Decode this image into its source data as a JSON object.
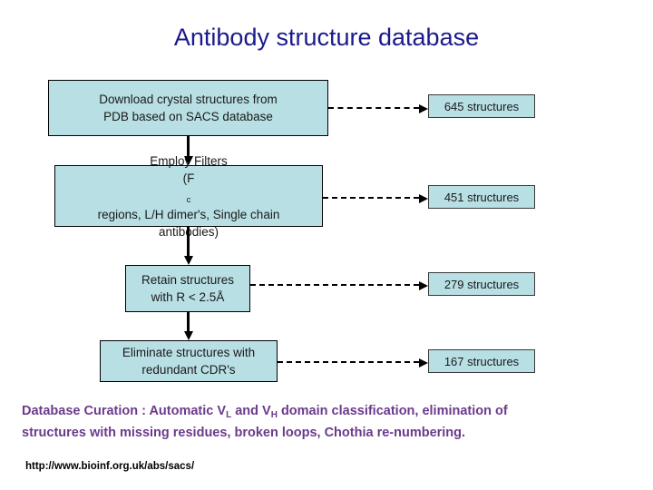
{
  "title": "Antibody structure database",
  "colors": {
    "title": "#1a1a8c",
    "box_fill": "#b8dfe4",
    "box_border": "#000000",
    "caption": "#6b3a8c",
    "background": "#ffffff",
    "url_text": "#000000"
  },
  "flow": {
    "steps": [
      {
        "id": "download",
        "line1": "Download crystal structures from",
        "line2": "PDB based on SACS database",
        "count": "645 structures"
      },
      {
        "id": "filters",
        "line1": "Employ Filters",
        "line2_pre": "(F",
        "line2_sub": "c",
        "line2_post": " regions, L/H dimer's, Single chain",
        "line3": "antibodies)",
        "count": "451 structures"
      },
      {
        "id": "resolution",
        "line1": "Retain structures",
        "line2": "with R < 2.5Å",
        "count": "279 structures"
      },
      {
        "id": "redundancy",
        "line1": "Eliminate structures with",
        "line2": "redundant CDR's",
        "count": "167 structures"
      }
    ]
  },
  "caption": {
    "part1": "Database Curation : Automatic V",
    "sub1": "L",
    "part2": " and V",
    "sub2": "H",
    "part3": " domain classification,  elimination of",
    "line2": "structures with missing residues, broken loops, Chothia re-numbering."
  },
  "url": "http://www.bioinf.org.uk/abs/sacs/"
}
